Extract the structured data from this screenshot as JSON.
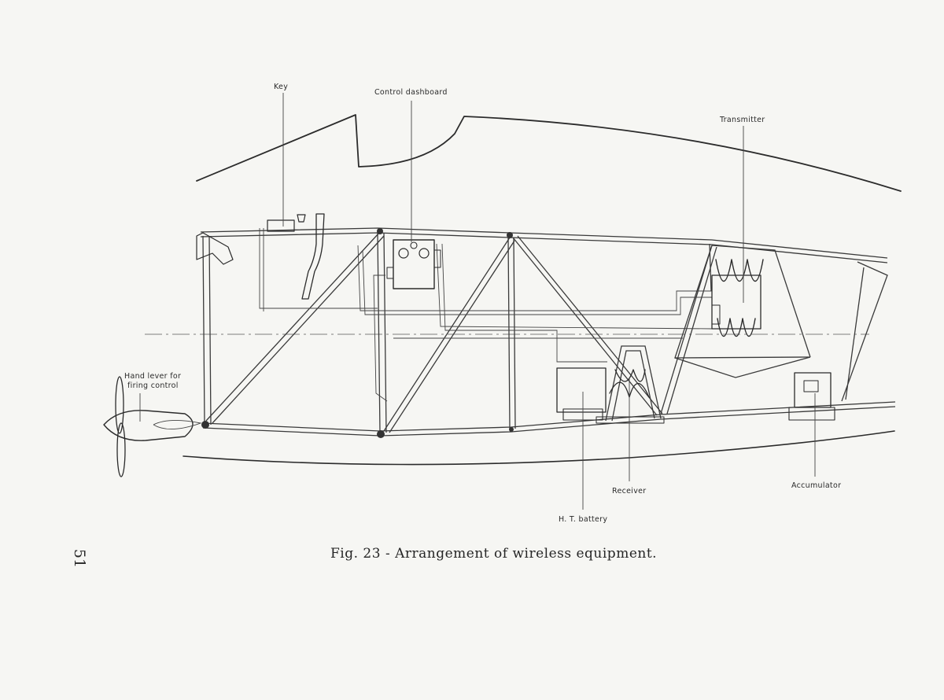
{
  "labels": {
    "key": "Key",
    "control_dashboard": "Control dashboard",
    "transmitter": "Transmitter",
    "hand_lever_line1": "Hand lever for",
    "hand_lever_line2": "firing control",
    "receiver": "Receiver",
    "accumulator": "Accumulator",
    "ht_battery": "H. T. battery"
  },
  "caption": "Fig. 23 - Arrangement of wireless equipment.",
  "page_number": "51"
}
